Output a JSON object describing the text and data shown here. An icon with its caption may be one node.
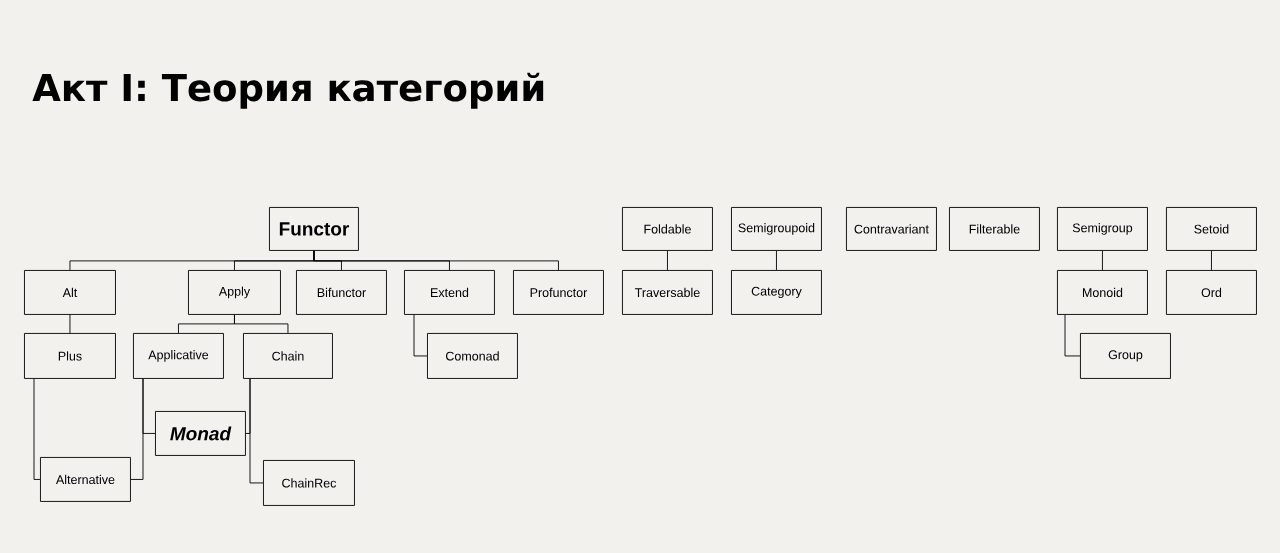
{
  "diagram": {
    "title": "Акт I: Теория категорий",
    "nodes": [
      {
        "text": [
          "Functor"
        ]
      },
      {
        "text": [
          "Foldable"
        ]
      },
      {
        "text": [
          "Semigroupoid"
        ]
      },
      {
        "text": [
          "Contravariant"
        ]
      },
      {
        "text": [
          "Filterable"
        ]
      },
      {
        "text": [
          "Semigroup"
        ]
      },
      {
        "text": [
          "Setoid"
        ]
      },
      {
        "text": [
          "Alt"
        ]
      },
      {
        "text": [
          "Apply"
        ]
      },
      {
        "text": [
          "Bifunctor"
        ]
      },
      {
        "text": [
          "Extend"
        ]
      },
      {
        "text": [
          "Profunctor"
        ]
      },
      {
        "text": [
          "Traversable"
        ]
      },
      {
        "text": [
          "Category"
        ]
      },
      {
        "text": [
          "Monoid"
        ]
      },
      {
        "text": [
          "Ord"
        ]
      },
      {
        "text": [
          "Plus"
        ]
      },
      {
        "text": [
          "Applicative"
        ]
      },
      {
        "text": [
          "Chain"
        ]
      },
      {
        "text": [
          "Comonad"
        ]
      },
      {
        "text": [
          "Group"
        ]
      },
      {
        "text": [
          "Monad"
        ]
      },
      {
        "text": [
          "Alternative"
        ]
      },
      {
        "text": [
          "ChainRec"
        ]
      }
    ],
    "edges": [
      {
        "from": 0,
        "to": 7,
        "arrow": "none"
      },
      {
        "from": 0,
        "to": 8,
        "arrow": "none"
      },
      {
        "from": 0,
        "to": 9,
        "arrow": "none"
      },
      {
        "from": 0,
        "to": 10,
        "arrow": "none"
      },
      {
        "from": 0,
        "to": 11,
        "arrow": "none"
      },
      {
        "from": 7,
        "to": 16,
        "arrow": "none"
      },
      {
        "from": 8,
        "to": 17,
        "arrow": "none"
      },
      {
        "from": 8,
        "to": 18,
        "arrow": "none"
      },
      {
        "from": 16,
        "to": 22,
        "arrow": "none"
      },
      {
        "from": 17,
        "to": 22,
        "arrow": "none"
      },
      {
        "from": 17,
        "to": 21,
        "arrow": "none"
      },
      {
        "from": 18,
        "to": 21,
        "arrow": "none"
      },
      {
        "from": 18,
        "to": 23,
        "arrow": "none"
      },
      {
        "from": 10,
        "to": 19,
        "arrow": "none"
      },
      {
        "from": 1,
        "to": 12,
        "arrow": "none"
      },
      {
        "from": 2,
        "to": 13,
        "arrow": "none"
      },
      {
        "from": 5,
        "to": 14,
        "arrow": "none"
      },
      {
        "from": 14,
        "to": 20,
        "arrow": "none"
      },
      {
        "from": 6,
        "to": 15,
        "arrow": "none"
      }
    ]
  }
}
